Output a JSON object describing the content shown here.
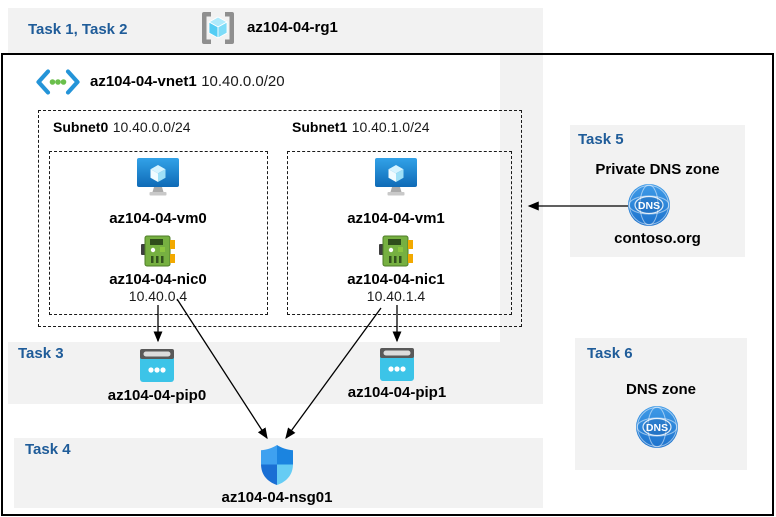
{
  "header": {
    "tasks_label": "Task 1, Task 2",
    "resource_group": "az104-04-rg1"
  },
  "vnet": {
    "name": "az104-04-vnet1",
    "cidr": "10.40.0.0/20"
  },
  "subnet0": {
    "name": "Subnet0",
    "cidr": "10.40.0.0/24",
    "vm_name": "az104-04-vm0",
    "nic_name": "az104-04-nic0",
    "nic_ip": "10.40.0.4"
  },
  "subnet1": {
    "name": "Subnet1",
    "cidr": "10.40.1.0/24",
    "vm_name": "az104-04-vm1",
    "nic_name": "az104-04-nic1",
    "nic_ip": "10.40.1.4"
  },
  "task3": {
    "label": "Task 3",
    "pip0_name": "az104-04-pip0",
    "pip1_name": "az104-04-pip1"
  },
  "task4": {
    "label": "Task 4",
    "nsg_name": "az104-04-nsg01"
  },
  "task5": {
    "label": "Task 5",
    "heading": "Private DNS zone",
    "zone_name": "contoso.org",
    "dns_badge": "DNS"
  },
  "task6": {
    "label": "Task 6",
    "heading": "DNS zone",
    "dns_badge": "DNS"
  },
  "icons": {
    "resource_group": "resource-group-icon",
    "virtual_network": "virtual-network-icon",
    "virtual_machine": "virtual-machine-icon",
    "network_interface": "network-interface-icon",
    "public_ip": "public-ip-icon",
    "network_security_group": "nsg-shield-icon",
    "dns_zone": "dns-globe-icon"
  },
  "colors": {
    "task_label_blue": "#1f5c99",
    "panel_gray": "#f2f2f2",
    "border_black": "#000000",
    "vm_blue": "#1f86d8",
    "nic_green": "#76b041",
    "pip_cyan": "#3cc4e8",
    "nsg_blue": "#2e9bea",
    "dns_blue": "#2a7fd8",
    "vnet_chevron_blue": "#2494d8",
    "vnet_dot_green": "#6abf4b",
    "rg_cube_cyan": "#54cdf4"
  }
}
